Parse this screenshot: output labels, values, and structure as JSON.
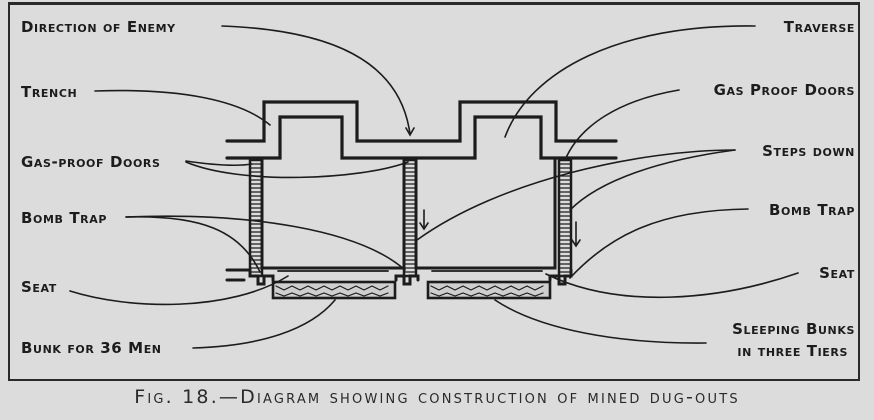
{
  "figure": {
    "caption": "Fig. 18.—Diagram showing construction of mined dug-outs",
    "colors": {
      "paper": "#dcdcdc",
      "ink": "#1c1c1c"
    }
  },
  "labels": {
    "left": [
      {
        "id": "direction-of-enemy",
        "text": "Direction of Enemy"
      },
      {
        "id": "trench",
        "text": "Trench"
      },
      {
        "id": "gas-proof-doors",
        "text": "Gas-proof Doors"
      },
      {
        "id": "bomb-trap",
        "text": "Bomb Trap"
      },
      {
        "id": "seat",
        "text": "Seat"
      },
      {
        "id": "bunk-for-36-men",
        "text": "Bunk for 36 Men"
      }
    ],
    "right": [
      {
        "id": "traverse",
        "text": "Traverse"
      },
      {
        "id": "gas-proof-doors",
        "text": "Gas Proof Doors"
      },
      {
        "id": "steps-down",
        "text": "Steps down"
      },
      {
        "id": "bomb-trap",
        "text": "Bomb Trap"
      },
      {
        "id": "seat",
        "text": "Seat"
      },
      {
        "id": "sleeping-bunks-line1",
        "text": "Sleeping Bunks"
      },
      {
        "id": "sleeping-bunks-line2",
        "text": "in three Tiers"
      }
    ]
  }
}
